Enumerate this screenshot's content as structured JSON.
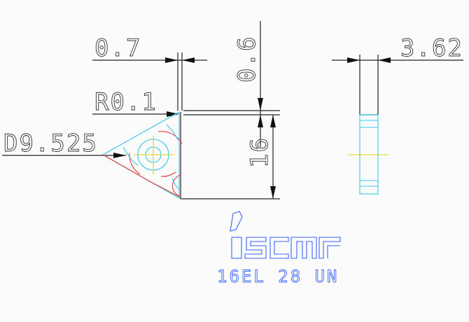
{
  "dimensions": {
    "width_top": "0.7",
    "height_top": "0.6",
    "corner_radius": "R0.1",
    "inscribed_diameter": "D9.525",
    "length": "16",
    "thickness": "3.62"
  },
  "logo": {
    "brand": "iscar"
  },
  "part_number": "16EL 28 UN",
  "colors": {
    "background": "#fbfbfb",
    "outline": "#222222",
    "cyan": "#38c8ee",
    "red": "#e03a3a",
    "yellow": "#e0d200",
    "blue": "#3a64ff"
  }
}
